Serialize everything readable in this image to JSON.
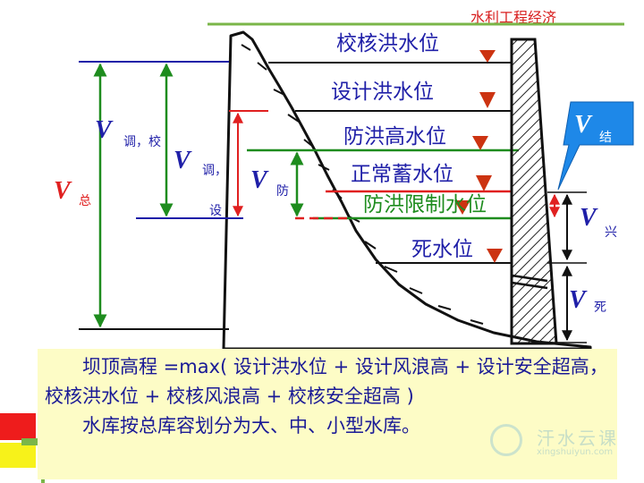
{
  "header": "水利工程经济",
  "levels": {
    "check_flood": "校核洪水位",
    "design_flood": "设计洪水位",
    "flood_control_high": "防洪高水位",
    "normal_storage": "正常蓄水位",
    "flood_limit": "防洪限制水位",
    "dead": "死水位"
  },
  "volumes": {
    "total": {
      "main": "V",
      "sub": "总"
    },
    "regulating_check": {
      "main": "V",
      "sub": "调，校"
    },
    "regulating_design": {
      "main": "V",
      "sub1": "调，",
      "sub2": "设"
    },
    "flood_control": {
      "main": "V",
      "sub": "防"
    },
    "combined": {
      "main": "V",
      "sub": "结"
    },
    "beneficial": {
      "main": "V",
      "sub": "兴"
    },
    "dead": {
      "main": "V",
      "sub": "死"
    }
  },
  "text": {
    "para1": "坝顶高程 =max( 设计洪水位 + 设计风浪高 + 设计安全超高，校核洪水位 + 校核风浪高 + 校核安全超高 )",
    "para2": "水库按总库容划分为大、中、小型水库。"
  },
  "watermark": {
    "name": "汗水云课",
    "url": "xingshuiyun.com"
  },
  "colors": {
    "level_text": "#1f1fa8",
    "volume_red": "#e02020",
    "volume_blue": "#1f1fa8",
    "green_line": "#1e8c1e",
    "triangle": "#cc3311",
    "callout": "#1e88e8"
  }
}
